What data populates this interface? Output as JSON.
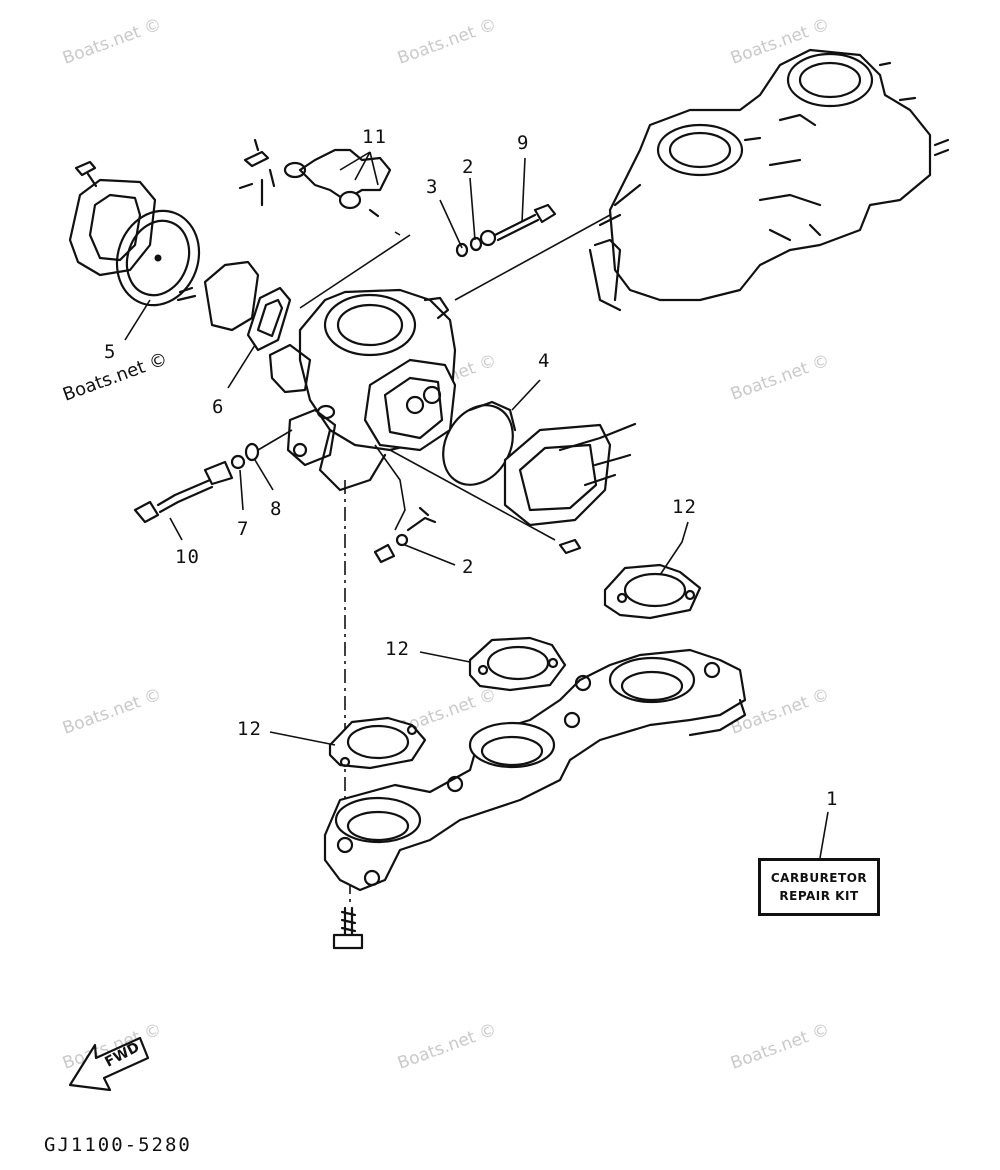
{
  "watermark_text": "Boats.net ©",
  "callouts": {
    "c1": "1",
    "c2a": "2",
    "c2b": "2",
    "c3": "3",
    "c4": "4",
    "c5": "5",
    "c6": "6",
    "c7": "7",
    "c8": "8",
    "c9": "9",
    "c10": "10",
    "c11": "11",
    "c12a": "12",
    "c12b": "12",
    "c12c": "12"
  },
  "kit_box": {
    "line1": "CARBURETOR",
    "line2": "REPAIR KIT"
  },
  "fwd_label": "FWD",
  "diagram_code": "GJ1100-5280"
}
